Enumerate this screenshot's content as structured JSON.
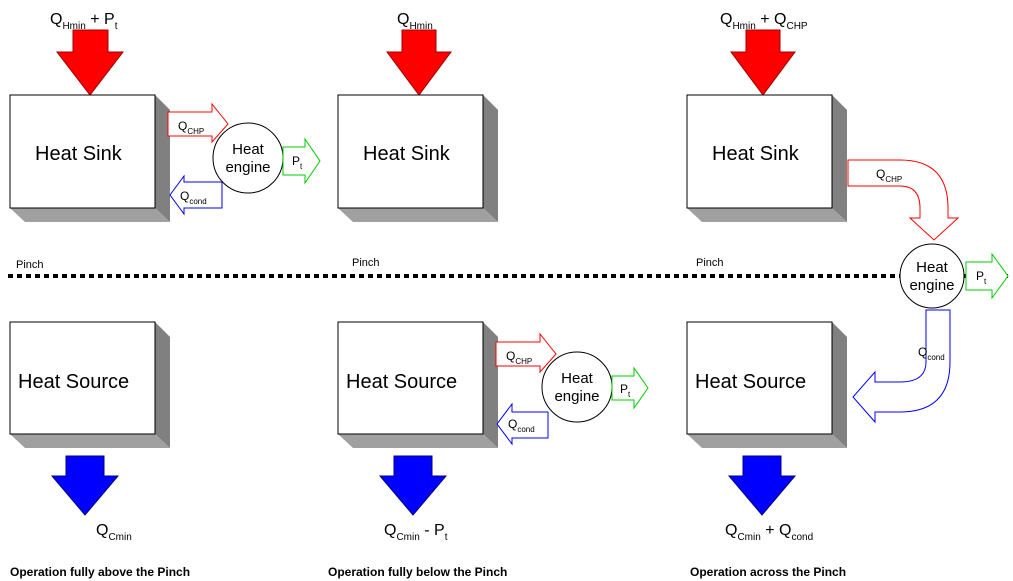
{
  "colors": {
    "red_arrow": "#ff0000",
    "blue_arrow": "#0000ff",
    "green_arrow": "#00cc00",
    "box_face": "#ffffff",
    "box_side": "#808080",
    "box_top": "#c8c8c8"
  },
  "pinch_label": "Pinch",
  "labels": {
    "heat_sink": "Heat Sink",
    "heat_source": "Heat Source",
    "heat_engine_line1": "Heat",
    "heat_engine_line2": "engine"
  },
  "symbols": {
    "Q": "Q",
    "P": "P",
    "t": "t",
    "CHP": "CHP",
    "cond": "cond",
    "Hmin": "Hmin",
    "Cmin": "Cmin",
    "plus": " + ",
    "minus": " - "
  },
  "panels": [
    {
      "id": "above",
      "top_input_label": "Q_Hmin + P_t",
      "bottom_output_label": "Q_Cmin",
      "caption": "Operation fully above the Pinch"
    },
    {
      "id": "below",
      "top_input_label": "Q_Hmin",
      "bottom_output_label": "Q_Cmin - P_t",
      "caption": "Operation fully below the Pinch"
    },
    {
      "id": "across",
      "top_input_label": "Q_Hmin + Q_CHP",
      "bottom_output_label": "Q_Cmin + Q_cond",
      "caption": "Operation across the Pinch"
    }
  ]
}
